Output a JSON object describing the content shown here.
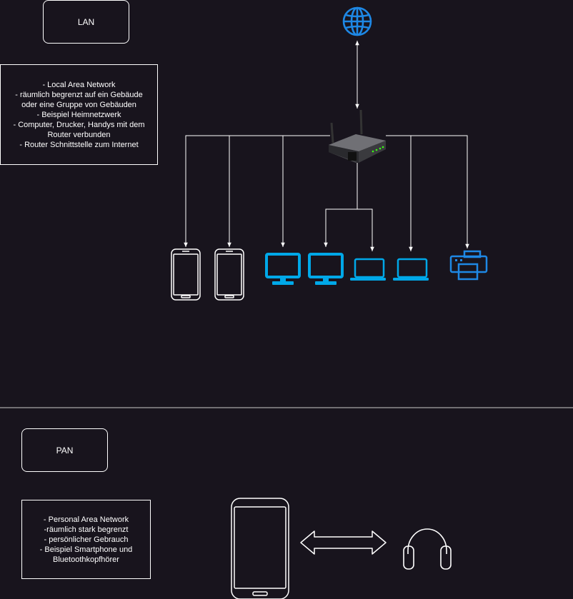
{
  "lan": {
    "title": "LAN",
    "description": [
      "- Local Area Network",
      "- räumlich begrenzt auf ein Gebäude",
      "oder eine Gruppe von Gebäuden",
      "- Beispiel Heimnetzwerk",
      "- Computer, Drucker, Handys mit dem",
      "Router verbunden",
      "- Router Schnittstelle zum Internet"
    ]
  },
  "pan": {
    "title": "PAN",
    "description": [
      "- Personal Area Network",
      "-räumlich stark begrenzt",
      "- persönlicher Gebrauch",
      "- Beispiel Smartphone und",
      "Bluetoothkopfhörer"
    ]
  },
  "icons": {
    "internet": "globe-icon",
    "router": "router-icon",
    "phone": "smartphone-icon",
    "monitor": "monitor-icon",
    "laptop": "laptop-icon",
    "printer": "printer-icon",
    "headphones": "headphones-icon"
  },
  "colors": {
    "background": "#18141d",
    "line": "#ffffff",
    "device_blue": "#00a8e8",
    "globe_blue": "#1e88e5"
  }
}
